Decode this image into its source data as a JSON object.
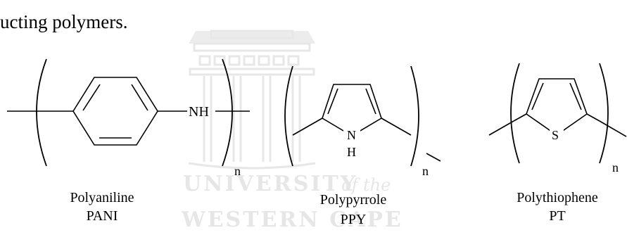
{
  "text": {
    "intro_fragment": "ucting polymers."
  },
  "watermark": {
    "line1": "UNIVERSITY",
    "line1_suffix": "of the",
    "line2": "WESTERN CAPE"
  },
  "polymers": [
    {
      "name": "Polyaniline",
      "abbr": "PANI",
      "atoms": {
        "nh": "NH"
      },
      "subscript": "n"
    },
    {
      "name": "Polypyrrole",
      "abbr": "PPY",
      "atoms": {
        "n": "N",
        "h": "H"
      },
      "subscript": "n"
    },
    {
      "name": "Polythiophene",
      "abbr": "PT",
      "atoms": {
        "s": "S"
      },
      "subscript": "n"
    }
  ]
}
